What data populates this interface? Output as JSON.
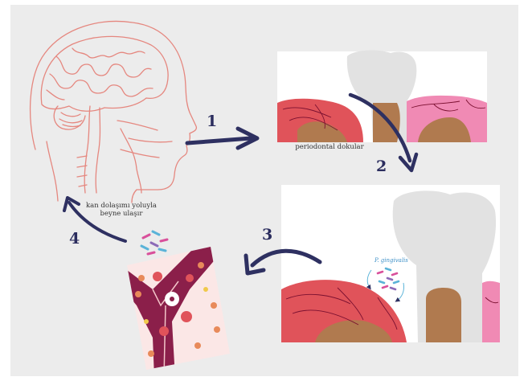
{
  "steps": {
    "s1": "1",
    "s2": "2",
    "s3": "3",
    "s4": "4"
  },
  "labels": {
    "periodontal": "periodontal dokular",
    "bloodstream_line1": "kan dolaşımı yoluyla",
    "bloodstream_line2": "beyne ulaşır",
    "bacteria": "P. gingivalis"
  },
  "colors": {
    "background": "#ececec",
    "arrow": "#2e3061",
    "brain_lines": "#e5877f",
    "gum_inflamed": "#e0535a",
    "gum_healthy": "#f08ab4",
    "bone": "#b07a4f",
    "tooth": "#e2e2e2",
    "vessel": "#8b1f4a"
  }
}
